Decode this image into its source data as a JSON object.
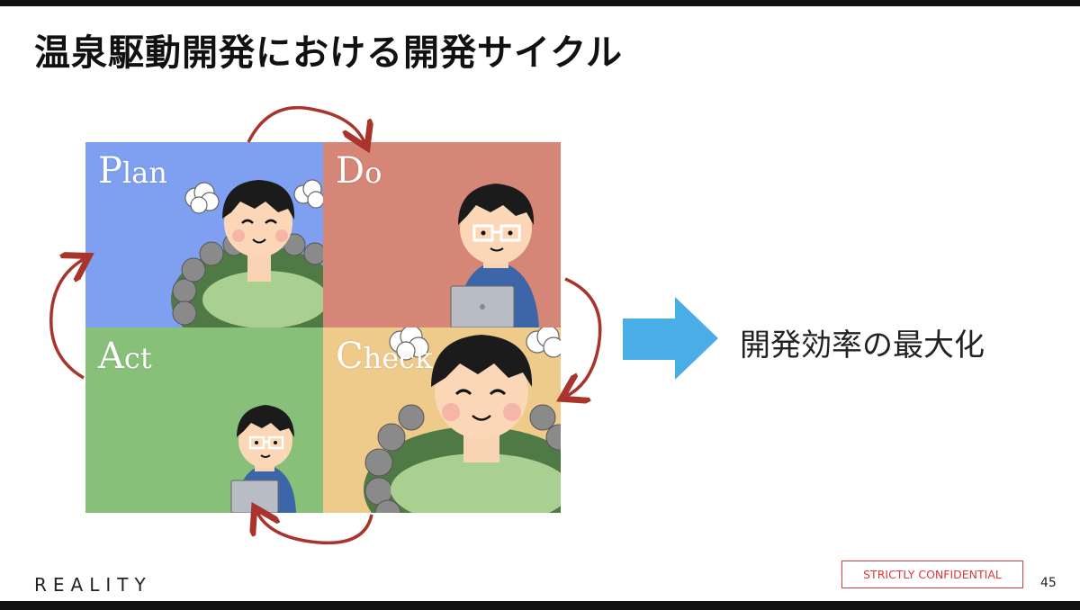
{
  "slide": {
    "title": "温泉駆動開発における開発サイクル",
    "quadrants": {
      "plan": {
        "initial": "P",
        "rest": "lan"
      },
      "do": {
        "initial": "D",
        "rest": "o"
      },
      "act": {
        "initial": "A",
        "rest": "ct"
      },
      "check": {
        "initial": "C",
        "rest": "heck"
      }
    },
    "result": "開発効率の最大化",
    "footer": {
      "logo": "REALITY",
      "badge": "STRICTLY CONFIDENTIAL",
      "page": "45"
    }
  },
  "colors": {
    "plan": "#7f9ff0",
    "do": "#d68676",
    "act": "#88c07a",
    "check": "#efcb8b",
    "cycle_arrow": "#a8342c",
    "result_arrow": "#4aaee6",
    "badge": "#d73b3b"
  },
  "icons": [
    "onsen-person-illustration",
    "laptop-person-illustration",
    "curved-cycle-arrow",
    "right-arrow"
  ]
}
